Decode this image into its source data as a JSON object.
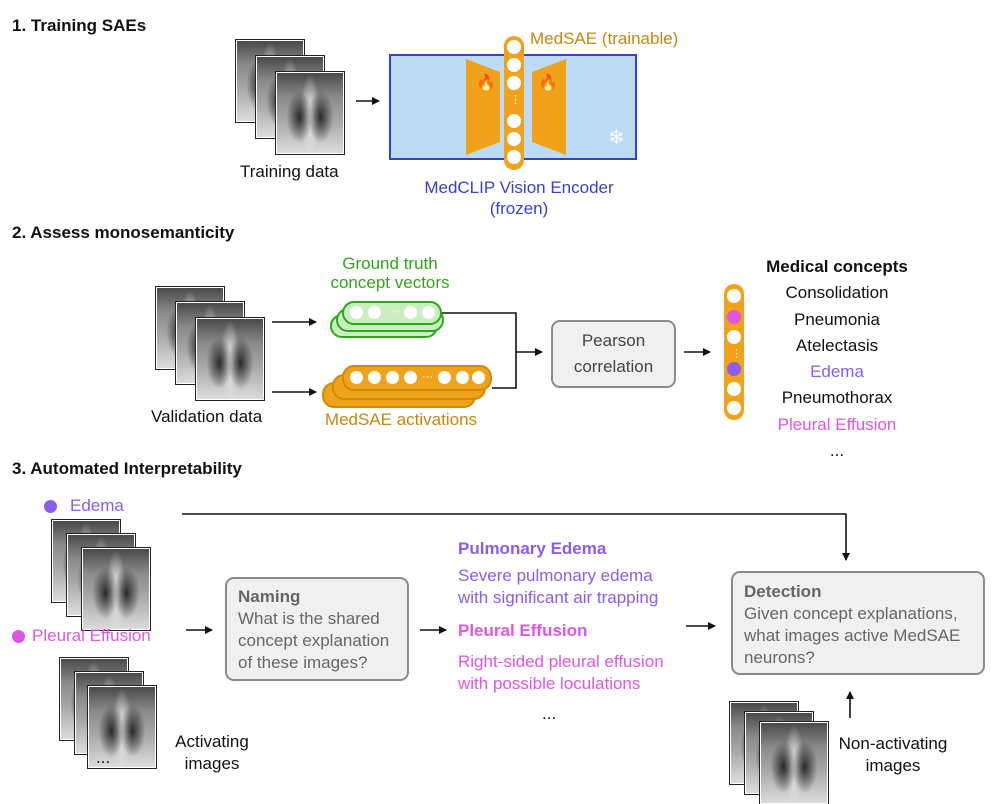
{
  "section1": {
    "title": "1.  Training SAEs"
  },
  "training": {
    "data_label": "Training data",
    "medsae_label": "MedSAE (trainable)",
    "encoder_label": "MedCLIP Vision Encoder",
    "frozen_label": "(frozen)",
    "fire_icon": "fire-icon",
    "snow_icon": "snowflake-icon",
    "ellipsis": "⋮"
  },
  "section2": {
    "title": "2. Assess monosemanticity"
  },
  "assess": {
    "validation_label": "Validation data",
    "gt_line1": "Ground truth",
    "gt_line2": "concept vectors",
    "activations_label": "MedSAE activations",
    "pearson_line1": "Pearson",
    "pearson_line2": "correlation",
    "dots": "···",
    "concepts_title": "Medical concepts",
    "concepts": [
      {
        "label": "Consolidation",
        "color": "#111111"
      },
      {
        "label": "Pneumonia",
        "color": "#111111"
      },
      {
        "label": "Atelectasis",
        "color": "#111111"
      },
      {
        "label": "Edema",
        "color": "#8a5cf0"
      },
      {
        "label": "Pneumothorax",
        "color": "#111111"
      },
      {
        "label": "Pleural Effusion",
        "color": "#e055e6"
      }
    ],
    "concepts_more": "..."
  },
  "section3": {
    "title": "3. Automated Interpretability"
  },
  "interp": {
    "edema_label": "Edema",
    "effusion_label": "Pleural Effusion",
    "more_images": "...",
    "activating_line1": "Activating",
    "activating_line2": "images",
    "naming_title": "Naming",
    "naming_line1": "What is the shared",
    "naming_line2": "concept explanation",
    "naming_line3": "of these images?",
    "exp1_title": "Pulmonary Edema",
    "exp1_line1": "Severe pulmonary edema",
    "exp1_line2": "with significant air trapping",
    "exp2_title": "Pleural Effusion",
    "exp2_line1": "Right-sided pleural effusion",
    "exp2_line2": "with possible loculations",
    "exp_more": "...",
    "detection_title": "Detection",
    "detection_line1": "Given concept explanations,",
    "detection_line2": "what images active MedSAE",
    "detection_line3": "neurons?",
    "nonact_line1": "Non-activating",
    "nonact_line2": "images"
  },
  "colors": {
    "orange": "#f0a21a",
    "orange_text": "#c9860c",
    "encoder_fill": "#bcdcf5",
    "encoder_border": "#3a3fcf",
    "green": "#2fa51a",
    "purple": "#8a5cf0",
    "magenta": "#e055e6"
  }
}
